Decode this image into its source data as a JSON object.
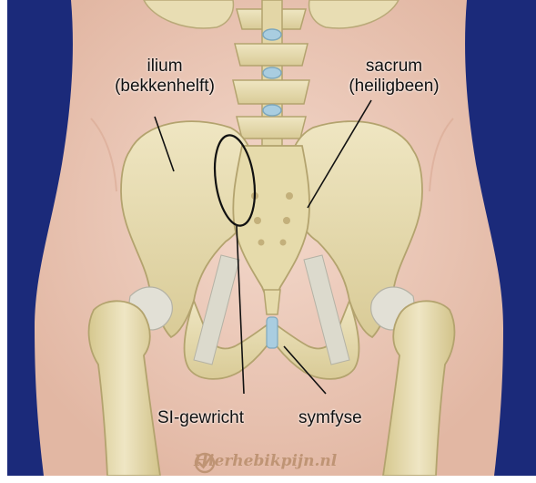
{
  "labels": {
    "ilium_name": "ilium",
    "ilium_dutch": "(bekkenhelft)",
    "sacrum_name": "sacrum",
    "sacrum_dutch": "(heiligbeen)",
    "si_joint": "SI-gewricht",
    "symphysis": "symfyse"
  },
  "watermark": {
    "text": "Hierhebikpijn.nl",
    "logo_icon": "check-circle-logo-icon"
  },
  "colors": {
    "frame_background": "#1b2a7a",
    "skin": "#ecc9b8",
    "bone": "#e9dfb5",
    "bone_shadow": "#c8ba86",
    "ligament": "#d8d6cc",
    "cartilage": "#a9cde0",
    "label_text": "#111111",
    "watermark": "#b98e6c"
  }
}
